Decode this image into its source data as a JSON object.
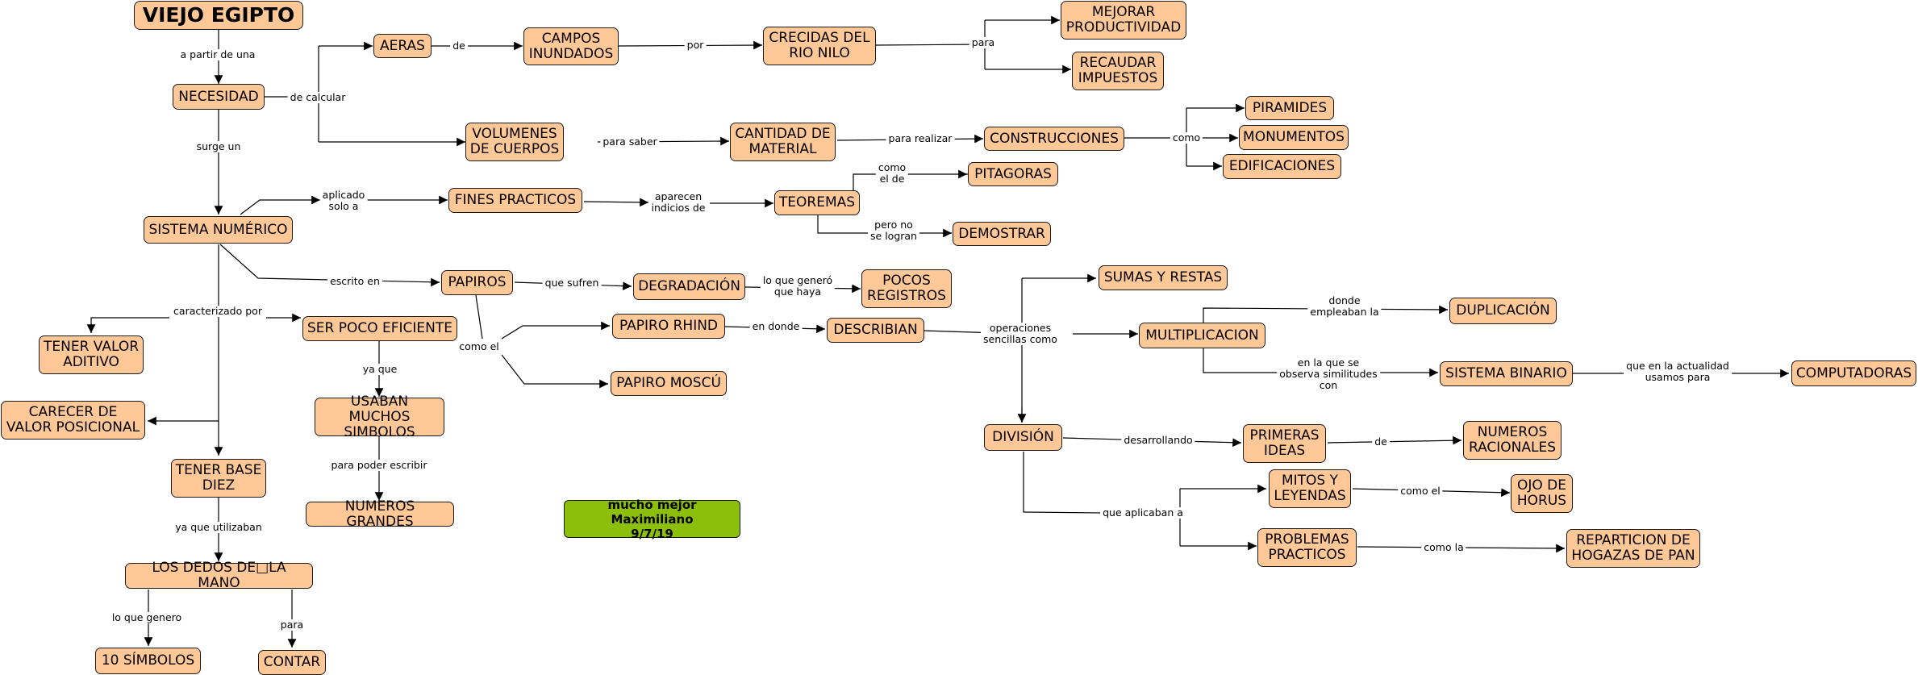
{
  "concept_map": {
    "nodes": {
      "viejo_egipto": "VIEJO EGIPTO",
      "necesidad": "NECESIDAD",
      "aeras": "AERAS",
      "campos_inundados": "CAMPOS\nINUNDADOS",
      "crecidas_rio_nilo": "CRECIDAS DEL\nRIO NILO",
      "mejorar_productividad": "MEJORAR\nPRODUCTIVIDAD",
      "recaudar_impuestos": "RECAUDAR\nIMPUESTOS",
      "volumenes_cuerpos": "VOLUMENES\nDE CUERPOS",
      "cantidad_material": "CANTIDAD DE\nMATERIAL",
      "construcciones": "CONSTRUCCIONES",
      "piramides": "PIRAMIDES",
      "monumentos": "MONUMENTOS",
      "edificaciones": "EDIFICACIONES",
      "sistema_numerico": "SISTEMA NUMÉRICO",
      "fines_practicos": "FINES PRACTICOS",
      "teoremas": "TEOREMAS",
      "pitagoras": "PITAGORAS",
      "demostrar": "DEMOSTRAR",
      "papiros": "PAPIROS",
      "degradacion": "DEGRADACIÓN",
      "pocos_registros": "POCOS\nREGISTROS",
      "papiro_rhind": "PAPIRO RHIND",
      "papiro_moscu": "PAPIRO MOSCÚ",
      "describian": "DESCRIBIAN",
      "sumas_restas": "SUMAS Y RESTAS",
      "multiplicacion": "MULTIPLICACION",
      "duplicacion": "DUPLICACIÓN",
      "sistema_binario": "SISTEMA BINARIO",
      "computadoras": "COMPUTADORAS",
      "division": "DIVISIÓN",
      "primeras_ideas": "PRIMERAS\nIDEAS",
      "numeros_racionales": "NUMEROS\nRACIONALES",
      "mitos_leyendas": "MITOS Y\nLEYENDAS",
      "ojo_horus": "OJO DE\nHORUS",
      "problemas_practicos": "PROBLEMAS\nPRACTICOS",
      "reparticion_hogazas": "REPARTICION DE\nHOGAZAS DE PAN",
      "tener_valor_aditivo": "TENER VALOR\nADITIVO",
      "ser_poco_eficiente": "SER POCO EFICIENTE",
      "usaban_muchos_simbolos": "USABAN MUCHOS\nSIMBOLOS",
      "numeros_grandes": "NUMEROS GRANDES",
      "carecer_valor_posicional": "CARECER DE\nVALOR POSICIONAL",
      "tener_base_diez": "TENER BASE\nDIEZ",
      "dedos_mano": "LOS DEDOS DE□LA MANO",
      "diez_simbolos": "10 SÍMBOLOS",
      "contar": "CONTAR",
      "author_note": "mucho mejor Maximiliano\n9/7/19"
    },
    "links": {
      "a_partir_de_una": "a partir de una",
      "de_calcular": "de calcular",
      "de": "de",
      "por": "por",
      "para": "para",
      "para_saber": "para saber",
      "para_realizar": "para realizar",
      "como": "como",
      "surge_un": "surge un",
      "aplicado_solo_a": "aplicado\nsolo a",
      "aparecen_indicios_de": "aparecen\nindicios de",
      "como_el_de": "como\nel de",
      "pero_no_se_logran": "pero no\nse logran",
      "escrito_en": "escrito en",
      "que_sufren": "que sufren",
      "lo_que_genero_que_haya": "lo que generó\nque haya",
      "como_el": "como el",
      "en_donde": "en donde",
      "operaciones_sencillas_como": "operaciones\nsencillas como",
      "donde_empleaban_la": "donde\nempleaban la",
      "en_la_que_se_observa": "en la que se\nobserva similitudes\ncon",
      "que_en_la_actualidad": "que en la actualidad\nusamos para",
      "desarrollando": "desarrollando",
      "de_racionales": "de",
      "que_aplicaban_a": "que aplicaban a",
      "como_el_horus": "como el",
      "como_la": "como la",
      "caracterizado_por": "caracterizado por",
      "ya_que": "ya que",
      "para_poder_escribir": "para poder escribir",
      "ya_que_utilizaban": "ya que utilizaban",
      "lo_que_genero": "lo que genero",
      "para_contar": "para"
    }
  },
  "colors": {
    "concept_fill": "#ffc896",
    "note_fill": "#8cbf0a",
    "border": "#1a1a1a",
    "line": "#000000"
  }
}
